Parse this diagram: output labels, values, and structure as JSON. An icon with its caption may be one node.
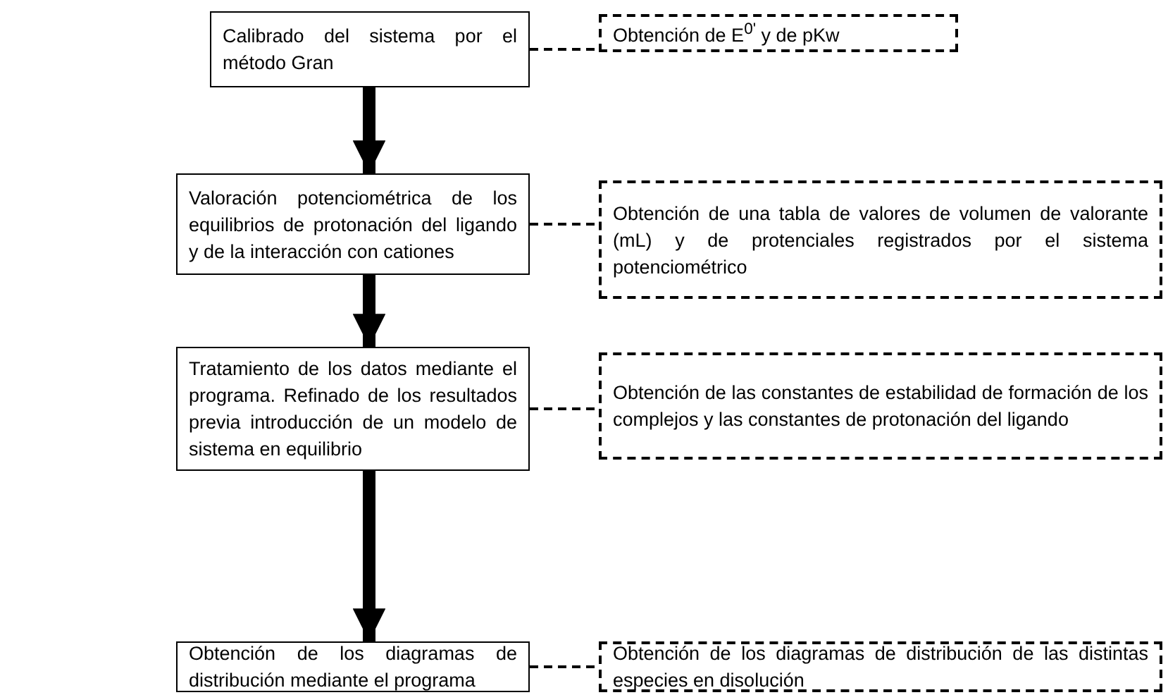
{
  "diagram": {
    "nodes": [
      {
        "text": [
          "Calibrado del sistema por el método Gran"
        ]
      },
      {
        "text": [
          "Obtención de E$^{0'}$ y de pKw"
        ]
      },
      {
        "text": [
          "Valoración potenciométrica de los equilibrios de protonación del ligando y de la interacción con cationes"
        ]
      },
      {
        "text": [
          "Obtención de una tabla de valores de volumen de valorante (mL) y de protenciales registrados por el sistema potenciométrico"
        ]
      },
      {
        "text": [
          "Tratamiento de los datos mediante el programa. Refinado de los resultados previa introducción de un modelo de sistema en equilibrio"
        ]
      },
      {
        "text": [
          "Obtención de las constantes de estabilidad de formación de los complejos y las constantes de protonación del ligando"
        ]
      },
      {
        "text": [
          "Obtención de los diagramas de distribución mediante el programa"
        ]
      },
      {
        "text": [
          "Obtención de los diagramas de distribución de las distintas especies en disolución"
        ]
      }
    ],
    "edges": [
      {
        "from": 0,
        "to": 1,
        "arrow": "none",
        "style": "dashed"
      },
      {
        "from": 0,
        "to": 2,
        "arrow": "to",
        "style": "thick"
      },
      {
        "from": 2,
        "to": 3,
        "arrow": "none",
        "style": "dashed"
      },
      {
        "from": 2,
        "to": 4,
        "arrow": "to",
        "style": "thick"
      },
      {
        "from": 4,
        "to": 5,
        "arrow": "none",
        "style": "dashed"
      },
      {
        "from": 4,
        "to": 6,
        "arrow": "to",
        "style": "thick"
      },
      {
        "from": 6,
        "to": 7,
        "arrow": "none",
        "style": "dashed"
      }
    ]
  }
}
